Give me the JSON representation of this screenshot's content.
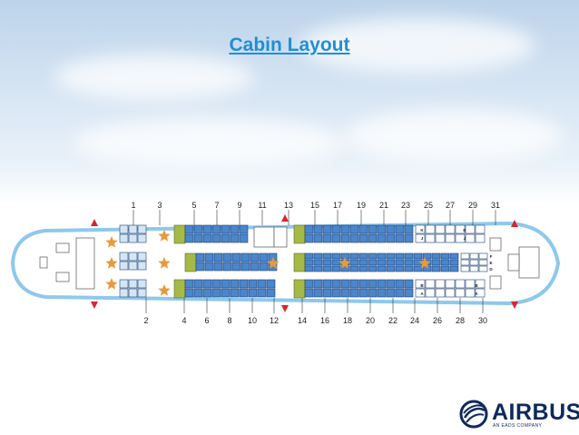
{
  "slide": {
    "title": "Cabin Layout"
  },
  "layout": {
    "top_row_numbers": [
      "1",
      "3",
      "5",
      "7",
      "9",
      "11",
      "13",
      "15",
      "17",
      "19",
      "21",
      "23",
      "25",
      "27",
      "29",
      "31"
    ],
    "bottom_row_numbers": [
      "2",
      "4",
      "6",
      "8",
      "10",
      "12",
      "14",
      "16",
      "18",
      "20",
      "22",
      "24",
      "26",
      "28",
      "30"
    ],
    "seat_letters_upper": [
      "K",
      "J"
    ],
    "seat_letters_middle": [
      "F",
      "E",
      "D"
    ],
    "seat_letters_lower": [
      "B",
      "A"
    ],
    "colors": {
      "fuselage_outline": "#8fc8ec",
      "business_seat": "#4a86cc",
      "economy_seat_fill": "#ffffff",
      "galley_green": "#a5b947",
      "star": "#e89a3c",
      "exit_marker": "#d9262c"
    }
  },
  "logo": {
    "name": "AIRBUS",
    "tagline": "AN EADS COMPANY"
  }
}
